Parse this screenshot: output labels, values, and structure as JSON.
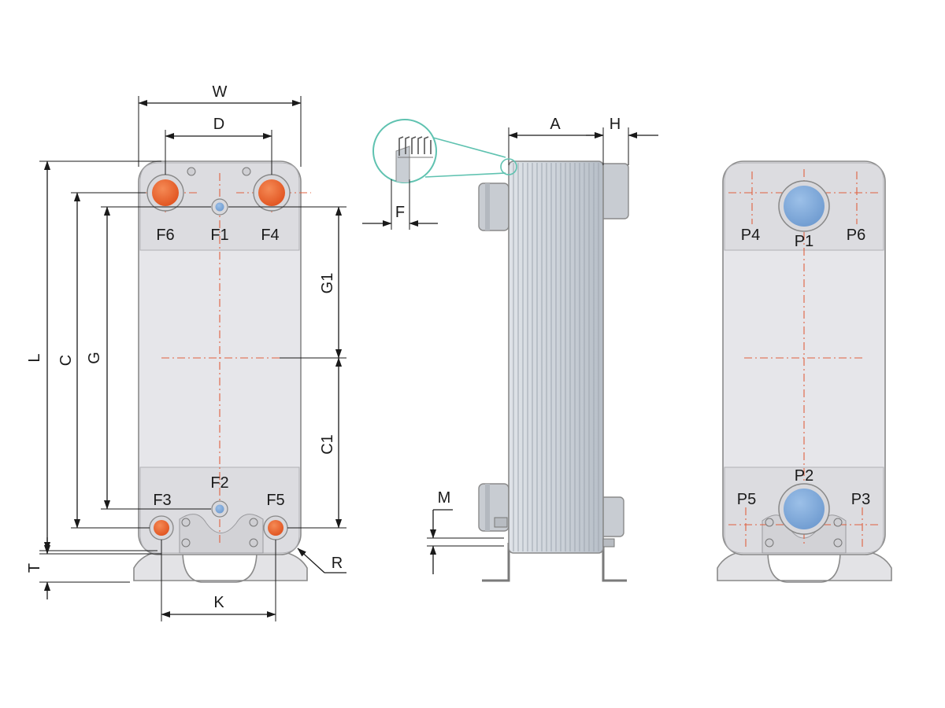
{
  "colors": {
    "plate_fill": "#e6e6ea",
    "plate_outline": "#8a8a8a",
    "port_hot": "#e85c28",
    "port_cold": "#7ea6d6",
    "dimension_line": "#1a1a1a",
    "centerline": "#e0603f",
    "detail_callout": "#5fc2b0"
  },
  "front_view": {
    "dims": {
      "w": "W",
      "d": "D",
      "l": "L",
      "c": "C",
      "g": "G",
      "g1": "G1",
      "c1": "C1",
      "t": "T",
      "k": "K",
      "r": "R"
    },
    "ports": {
      "f1": "F1",
      "f2": "F2",
      "f3": "F3",
      "f4": "F4",
      "f5": "F5",
      "f6": "F6"
    }
  },
  "side_view": {
    "dims": {
      "a": "A",
      "h": "H",
      "f": "F",
      "m": "M"
    }
  },
  "back_view": {
    "ports": {
      "p1": "P1",
      "p2": "P2",
      "p3": "P3",
      "p4": "P4",
      "p5": "P5",
      "p6": "P6"
    }
  }
}
